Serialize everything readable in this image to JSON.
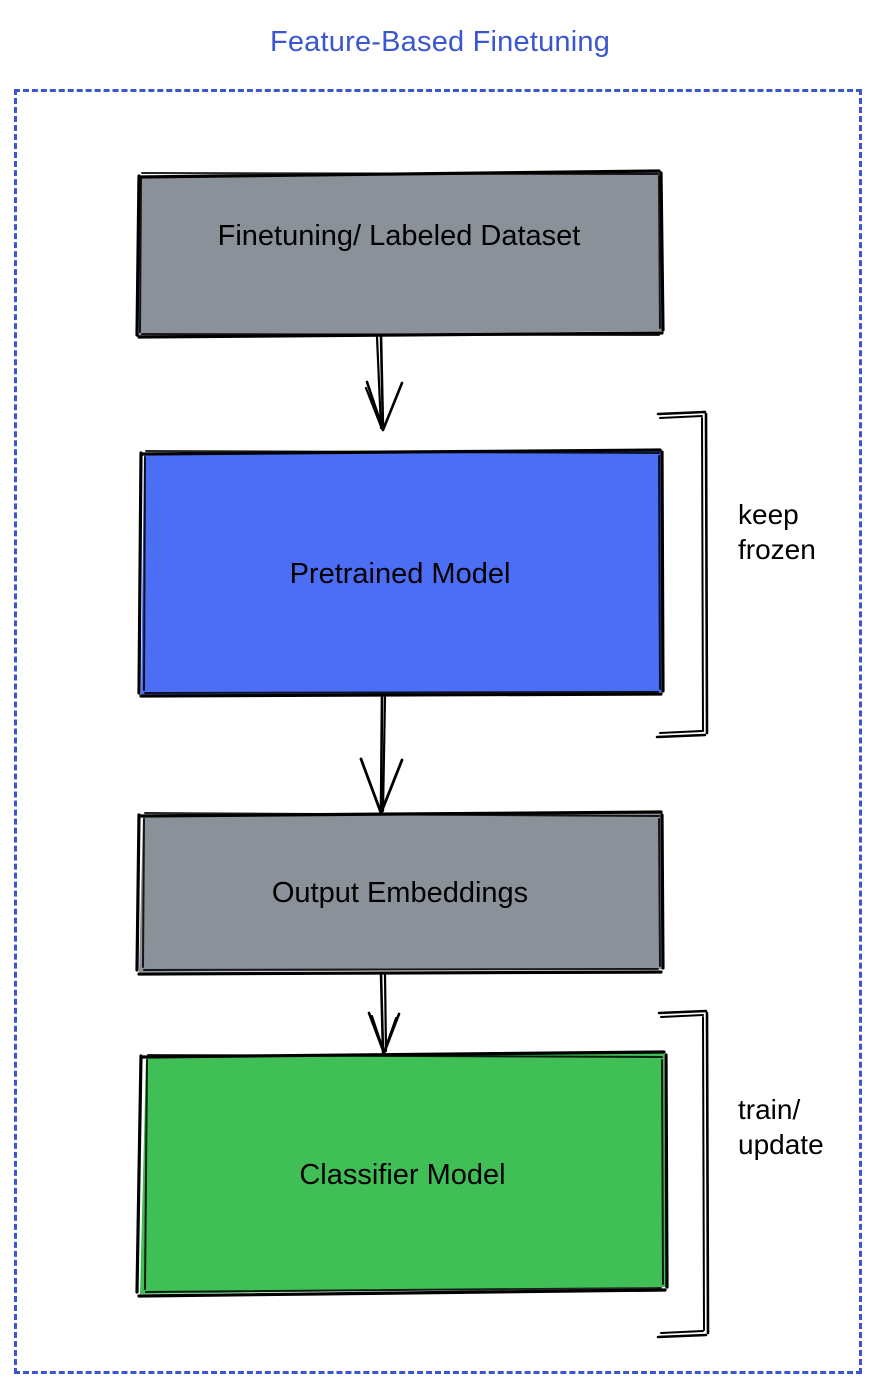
{
  "title": "Feature-Based Finetuning",
  "colors": {
    "accent_blue": "#3b57d0",
    "box_gray": "#8a9199",
    "box_blue": "#4c6ef5",
    "box_green": "#3fbf55",
    "stroke_black": "#000000",
    "background": "#ffffff"
  },
  "frame": {
    "style": "dashed",
    "color": "#3b57d0"
  },
  "nodes": [
    {
      "id": "dataset",
      "label": "Finetuning/ Labeled Dataset",
      "fill": "#8a9199",
      "shape": "rectangle"
    },
    {
      "id": "pretrained",
      "label": "Pretrained Model",
      "fill": "#4c6ef5",
      "shape": "rectangle"
    },
    {
      "id": "embeddings",
      "label": "Output Embeddings",
      "fill": "#8a9199",
      "shape": "rectangle"
    },
    {
      "id": "classifier",
      "label": "Classifier Model",
      "fill": "#3fbf55",
      "shape": "rectangle"
    }
  ],
  "annotations": [
    {
      "id": "keep-frozen",
      "line1": "keep",
      "line2": "frozen",
      "text": "keep\nfrozen",
      "targets": "pretrained"
    },
    {
      "id": "train-update",
      "line1": "train/",
      "line2": "update",
      "text": "train/\nupdate",
      "targets": "classifier"
    }
  ],
  "edges": [
    {
      "from": "dataset",
      "to": "pretrained",
      "style": "arrow-down"
    },
    {
      "from": "pretrained",
      "to": "embeddings",
      "style": "arrow-down"
    },
    {
      "from": "embeddings",
      "to": "classifier",
      "style": "arrow-down"
    }
  ]
}
